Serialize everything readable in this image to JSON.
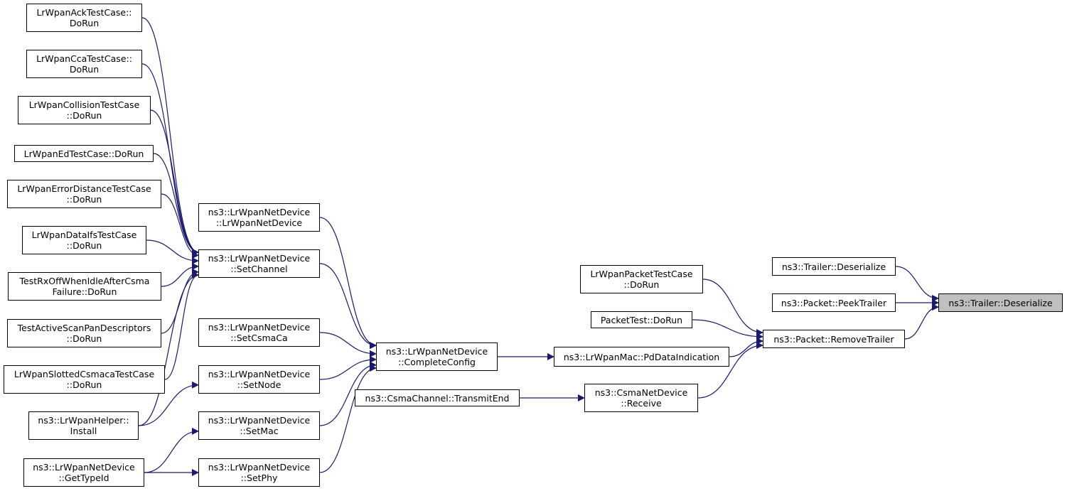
{
  "nodes": [
    {
      "id": "ack",
      "lines": [
        "LrWpanAckTestCase::",
        "DoRun"
      ]
    },
    {
      "id": "cca",
      "lines": [
        "LrWpanCcaTestCase::",
        "DoRun"
      ]
    },
    {
      "id": "coll",
      "lines": [
        "LrWpanCollisionTestCase",
        "::DoRun"
      ]
    },
    {
      "id": "ed",
      "lines": [
        "LrWpanEdTestCase::DoRun"
      ]
    },
    {
      "id": "errd",
      "lines": [
        "LrWpanErrorDistanceTestCase",
        "::DoRun"
      ]
    },
    {
      "id": "ifs",
      "lines": [
        "LrWpanDataIfsTestCase",
        "::DoRun"
      ]
    },
    {
      "id": "rxoff",
      "lines": [
        "TestRxOffWhenIdleAfterCsma",
        "Failure::DoRun"
      ]
    },
    {
      "id": "scan",
      "lines": [
        "TestActiveScanPanDescriptors",
        "::DoRun"
      ]
    },
    {
      "id": "slotted",
      "lines": [
        "LrWpanSlottedCsmacaTestCase",
        "::DoRun"
      ]
    },
    {
      "id": "helper",
      "lines": [
        "ns3::LrWpanHelper::",
        "Install"
      ]
    },
    {
      "id": "gettype",
      "lines": [
        "ns3::LrWpanNetDevice",
        "::GetTypeId"
      ]
    },
    {
      "id": "ctor",
      "lines": [
        "ns3::LrWpanNetDevice",
        "::LrWpanNetDevice"
      ]
    },
    {
      "id": "setch",
      "lines": [
        "ns3::LrWpanNetDevice",
        "::SetChannel"
      ]
    },
    {
      "id": "setcsma",
      "lines": [
        "ns3::LrWpanNetDevice",
        "::SetCsmaCa"
      ]
    },
    {
      "id": "setnode",
      "lines": [
        "ns3::LrWpanNetDevice",
        "::SetNode"
      ]
    },
    {
      "id": "setmac",
      "lines": [
        "ns3::LrWpanNetDevice",
        "::SetMac"
      ]
    },
    {
      "id": "setphy",
      "lines": [
        "ns3::LrWpanNetDevice",
        "::SetPhy"
      ]
    },
    {
      "id": "compcfg",
      "lines": [
        "ns3::LrWpanNetDevice",
        "::CompleteConfig"
      ]
    },
    {
      "id": "txend",
      "lines": [
        "ns3::CsmaChannel::TransmitEnd"
      ]
    },
    {
      "id": "pdind",
      "lines": [
        "ns3::LrWpanMac::PdDataIndication"
      ]
    },
    {
      "id": "pkttc",
      "lines": [
        "LrWpanPacketTestCase",
        "::DoRun"
      ]
    },
    {
      "id": "pkttest",
      "lines": [
        "PacketTest::DoRun"
      ]
    },
    {
      "id": "csmarecv",
      "lines": [
        "ns3::CsmaNetDevice",
        "::Receive"
      ]
    },
    {
      "id": "trdeser",
      "lines": [
        "ns3::Trailer::Deserialize"
      ]
    },
    {
      "id": "peek",
      "lines": [
        "ns3::Packet::PeekTrailer"
      ]
    },
    {
      "id": "remove",
      "lines": [
        "ns3::Packet::RemoveTrailer"
      ]
    },
    {
      "id": "root",
      "lines": [
        "ns3::Trailer::Deserialize"
      ],
      "highlight": true
    }
  ],
  "edges": [
    [
      "ack",
      "setch"
    ],
    [
      "cca",
      "setch"
    ],
    [
      "coll",
      "setch"
    ],
    [
      "ed",
      "setch"
    ],
    [
      "errd",
      "setch"
    ],
    [
      "ifs",
      "setch"
    ],
    [
      "rxoff",
      "setch"
    ],
    [
      "scan",
      "setch"
    ],
    [
      "slotted",
      "setch"
    ],
    [
      "helper",
      "setch"
    ],
    [
      "helper",
      "setnode"
    ],
    [
      "gettype",
      "setmac"
    ],
    [
      "gettype",
      "setphy"
    ],
    [
      "ctor",
      "compcfg"
    ],
    [
      "setch",
      "compcfg"
    ],
    [
      "setcsma",
      "compcfg"
    ],
    [
      "setnode",
      "compcfg"
    ],
    [
      "setmac",
      "compcfg"
    ],
    [
      "setphy",
      "compcfg"
    ],
    [
      "compcfg",
      "pdind"
    ],
    [
      "txend",
      "csmarecv"
    ],
    [
      "pkttc",
      "remove"
    ],
    [
      "pkttest",
      "remove"
    ],
    [
      "pdind",
      "remove"
    ],
    [
      "csmarecv",
      "remove"
    ],
    [
      "trdeser",
      "root"
    ],
    [
      "peek",
      "root"
    ],
    [
      "remove",
      "root"
    ]
  ],
  "colors": {
    "edge": "#191970",
    "highlight": "#bfbfbf",
    "border": "#000000"
  }
}
